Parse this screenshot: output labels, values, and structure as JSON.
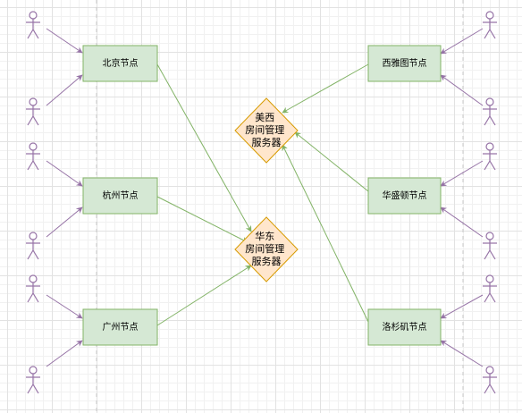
{
  "nodes": {
    "beijing": "北京节点",
    "hangzhou": "杭州节点",
    "guangzhou": "广州节点",
    "seattle": "西雅图节点",
    "washington": "华盛顿节点",
    "losangeles": "洛杉矶节点"
  },
  "servers": {
    "west": [
      "美西",
      "房间管理",
      "服务器"
    ],
    "east": [
      "华东",
      "房间管理",
      "服务器"
    ]
  },
  "colors": {
    "node_fill": "#d5e8d4",
    "node_stroke": "#82b366",
    "server_fill": "#ffe6cc",
    "server_stroke": "#d79b00",
    "actor_stroke": "#9673a6"
  }
}
